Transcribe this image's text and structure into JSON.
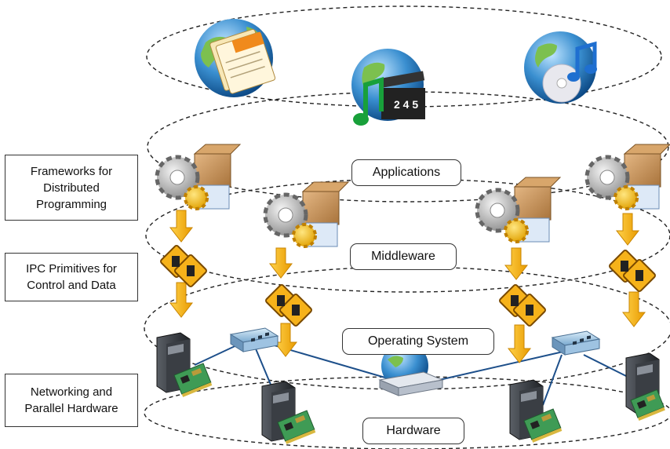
{
  "side_labels": {
    "frameworks": "Frameworks for\nDistributed\nProgramming",
    "ipc": "IPC Primitives for\nControl and Data",
    "networking": "Networking and\nParallel Hardware"
  },
  "layers": {
    "applications": "Applications",
    "middleware": "Middleware",
    "operating_system": "Operating System",
    "hardware": "Hardware"
  },
  "icons": {
    "apps": [
      "globe-mail-icon",
      "globe-media-icon",
      "globe-music-icon"
    ],
    "middleware": [
      "gear-package-icon"
    ],
    "ipc": [
      "ipc-sign-icon"
    ],
    "hardware": [
      "server-tower-icon",
      "network-card-icon",
      "network-switch-icon"
    ],
    "flow": [
      "flow-arrow-icon"
    ]
  },
  "colors": {
    "arrow": "#f5b400",
    "globe_blue": "#2a7bb5",
    "land_green": "#7cc04f",
    "box_tan": "#c9975b",
    "tower_dark": "#2f3237",
    "card_green": "#3f9b55",
    "cable": "#1d4f8a"
  }
}
